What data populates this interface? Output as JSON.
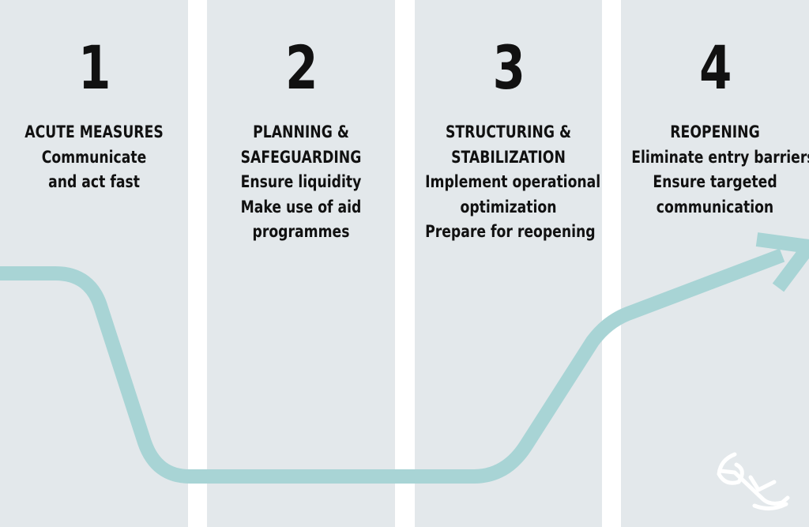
{
  "phases": [
    {
      "number": "1",
      "lines": [
        "ACUTE MEASURES",
        "Communicate",
        "and act fast"
      ]
    },
    {
      "number": "2",
      "lines": [
        "PLANNING &",
        "SAFEGUARDING",
        "Ensure liquidity",
        "Make use of aid",
        "programmes"
      ]
    },
    {
      "number": "3",
      "lines": [
        "STRUCTURING &",
        "STABILIZATION",
        "Implement operational",
        "optimization",
        "Prepare for reopening"
      ]
    },
    {
      "number": "4",
      "lines": [
        "REOPENING",
        "Eliminate entry barriers",
        "Ensure targeted",
        "communication"
      ]
    }
  ],
  "colors": {
    "panel": "#e3e8eb",
    "gap": "#ffffff",
    "curve": "#a8d4d5",
    "text": "#111111"
  },
  "icons": {
    "logo": "hockey-stick-logo-icon"
  }
}
